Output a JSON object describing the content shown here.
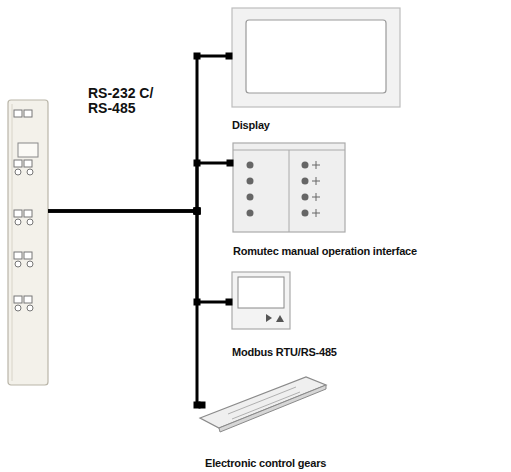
{
  "diagram": {
    "nodes": [
      {
        "text": [
          "RS-232 C/ RS-485"
        ]
      },
      {
        "text": [
          "Display"
        ]
      },
      {
        "text": [
          "Romutec manual operation interface"
        ]
      },
      {
        "text": [
          "Modbus RTU/RS-485"
        ]
      },
      {
        "text": [
          "Electronic control gears"
        ]
      }
    ],
    "edges": [
      {
        "from": 0,
        "to": 1,
        "arrow": "none"
      },
      {
        "from": 0,
        "to": 2,
        "arrow": "none"
      },
      {
        "from": 0,
        "to": 3,
        "arrow": "none"
      },
      {
        "from": 0,
        "to": 4,
        "arrow": "none"
      }
    ]
  }
}
